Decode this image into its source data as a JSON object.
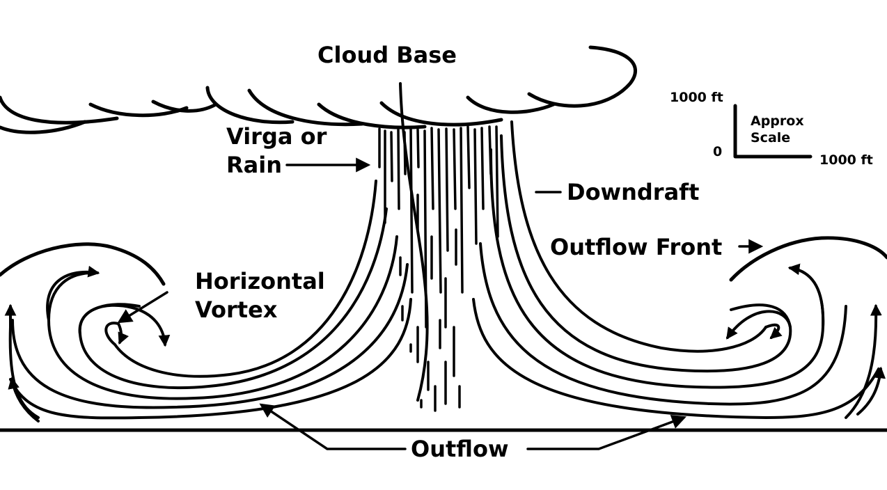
{
  "labels": {
    "cloud_base": "Cloud Base",
    "virga_line1": "Virga or",
    "virga_line2": "Rain",
    "downdraft": "Downdraft",
    "outflow_front": "Outflow Front",
    "horizontal_vortex_line1": "Horizontal",
    "horizontal_vortex_line2": "Vortex",
    "outflow": "Outflow"
  },
  "scale": {
    "title_line1": "Approx",
    "title_line2": "Scale",
    "vertical_label": "1000 ft",
    "origin_label": "0",
    "horizontal_label": "1000 ft"
  },
  "colors": {
    "ink": "#000000",
    "background": "#ffffff"
  }
}
